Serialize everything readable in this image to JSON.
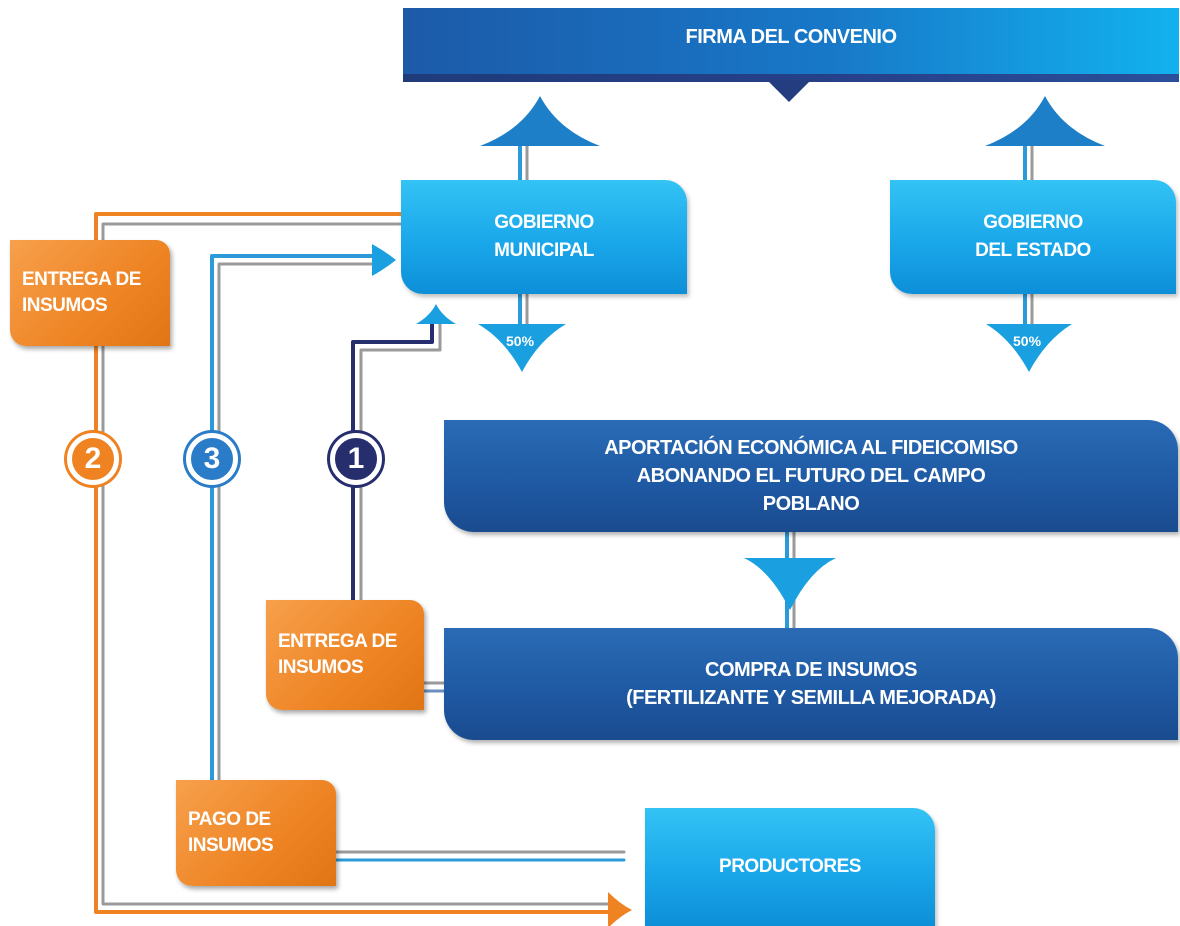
{
  "header": {
    "title": "FIRMA DEL CONVENIO"
  },
  "boxes": {
    "gobierno_municipal": "GOBIERNO MUNICIPAL",
    "gobierno_estado": "GOBIERNO DEL ESTADO",
    "aportacion": "APORTACIÓN ECONÓMICA AL FIDEICOMISO ABONANDO EL FUTURO DEL CAMPO POBLANO",
    "compra_line1": "COMPRA DE INSUMOS",
    "compra_line2": "(FERTILIZANTE Y SEMILLA MEJORADA)",
    "productores": "PRODUCTORES"
  },
  "tags": {
    "entrega_top": "ENTREGA DE INSUMOS",
    "entrega_mid": "ENTREGA DE INSUMOS",
    "pago": "PAGO DE INSUMOS"
  },
  "steps": [
    "2",
    "3",
    "1"
  ],
  "percent_labels": [
    "50%",
    "50%"
  ],
  "colors": {
    "orange": "#ef8322",
    "light_blue": "#1aa7ea",
    "dark_blue": "#1e58a2",
    "navy": "#262e6e",
    "gray": "#9a9a9a"
  }
}
